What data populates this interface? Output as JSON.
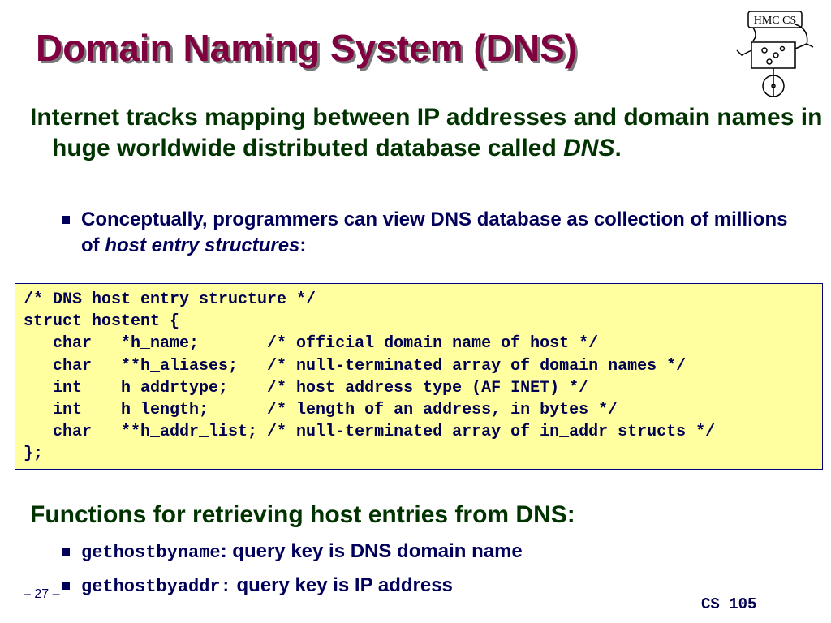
{
  "slide": {
    "title": "Domain Naming System (DNS)",
    "logo_text": "HMC CS",
    "main_point": {
      "text_before": "Internet tracks mapping between IP addresses and domain names in huge worldwide distributed database called ",
      "emphasis": "DNS",
      "text_after": "."
    },
    "sub_point": {
      "text_before": "Conceptually, programmers can view DNS database as collection of millions of ",
      "emphasis": "host entry structures",
      "text_after": ":"
    },
    "code_lines": [
      "/* DNS host entry structure */",
      "struct hostent {",
      "   char   *h_name;       /* official domain name of host */",
      "   char   **h_aliases;   /* null-terminated array of domain names */",
      "   int    h_addrtype;    /* host address type (AF_INET) */",
      "   int    h_length;      /* length of an address, in bytes */",
      "   char   **h_addr_list; /* null-terminated array of in_addr structs */",
      "};"
    ],
    "functions_heading": "Functions for retrieving host entries from DNS:",
    "functions": [
      {
        "name": "gethostbyname",
        "description": ": query key is DNS domain name"
      },
      {
        "name": "gethostbyaddr:",
        "description": " query key is IP address"
      }
    ],
    "page_number": "– 27 –",
    "course": "CS 105"
  },
  "colors": {
    "title": "#800040",
    "title_shadow": "#7a7a7a",
    "main_text": "#003300",
    "sub_text": "#00005a",
    "code_bg": "#ffffa0",
    "code_border": "#000080"
  }
}
